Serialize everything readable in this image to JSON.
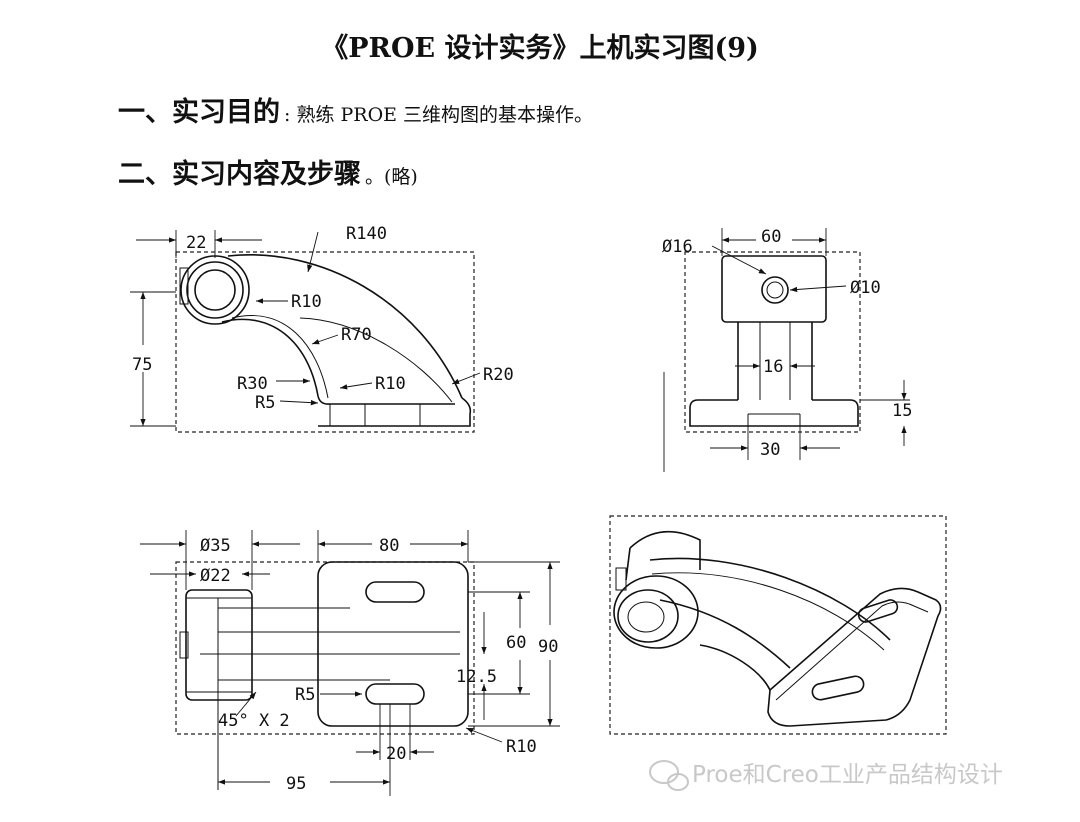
{
  "document": {
    "title": "《PROE 设计实务》上机实习图(9)",
    "section1": {
      "label": "一、实习目的",
      "text": ": 熟练 PROE 三维构图的基本操作。"
    },
    "section2": {
      "label": "二、实习内容及步骤",
      "text": "。(略)"
    }
  },
  "drawings": {
    "front_view": {
      "dims": [
        "22",
        "R140",
        "R10",
        "R70",
        "75",
        "R30",
        "R10",
        "R20",
        "R5"
      ]
    },
    "side_view": {
      "dims": [
        "60",
        "Ø16",
        "Ø10",
        "16",
        "15",
        "30"
      ]
    },
    "top_view": {
      "dims": [
        "Ø35",
        "Ø22",
        "80",
        "60",
        "90",
        "12.5",
        "R5",
        "45° X 2",
        "20",
        "R10",
        "95"
      ]
    }
  },
  "watermark": {
    "text": "Proe和Creo工业产品结构设计",
    "icon": "wechat-icon"
  }
}
